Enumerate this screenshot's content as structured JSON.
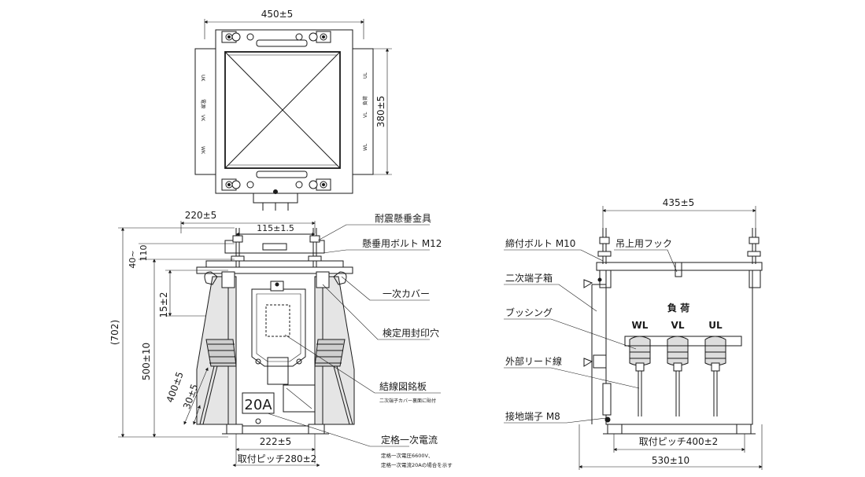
{
  "top_view": {
    "width_dim": "450±5",
    "depth_dim": "380±5",
    "left_labels": [
      "UK",
      "電源",
      "VK",
      "WK"
    ],
    "right_labels": [
      "UL",
      "負荷",
      "VL",
      "WL"
    ]
  },
  "front_view": {
    "dims": {
      "top_width": "220±5",
      "bolt_pitch": "115±1.5",
      "dim_40": "40~",
      "dim_110": "110",
      "dim_15": "15±2",
      "dim_500": "500±10",
      "dim_702": "(702)",
      "dim_400": "400±5",
      "dim_30": "30±5",
      "bottom_inner": "222±5",
      "mount_pitch": "取付ピッチ280±2"
    },
    "rating_plate": "20A",
    "callouts": {
      "hanger": "耐震懸垂金具",
      "hang_bolt": "懸垂用ボルト M12",
      "primary_cover": "一次カバー",
      "seal_hole": "検定用封印穴",
      "wiring_plate": "結線図銘板",
      "wiring_plate_note": "二次端子カバー裏面に貼付",
      "rated_current": "定格一次電流",
      "rated_note_1": "定格一次電圧6600V、",
      "rated_note_2": "定格一次電流20Aの場合を示す"
    }
  },
  "side_view": {
    "dims": {
      "top_width": "435±5",
      "mount_pitch": "取付ピッチ400±2",
      "overall_width": "530±10"
    },
    "load_label": "負 荷",
    "terminals": [
      "WL",
      "VL",
      "UL"
    ],
    "callouts": {
      "clamp_bolt": "締付ボルト M10",
      "lift_hook": "吊上用フック",
      "secondary_box": "二次端子箱",
      "bushing": "ブッシング",
      "lead_wire": "外部リード線",
      "ground": "接地端子 M8"
    }
  }
}
